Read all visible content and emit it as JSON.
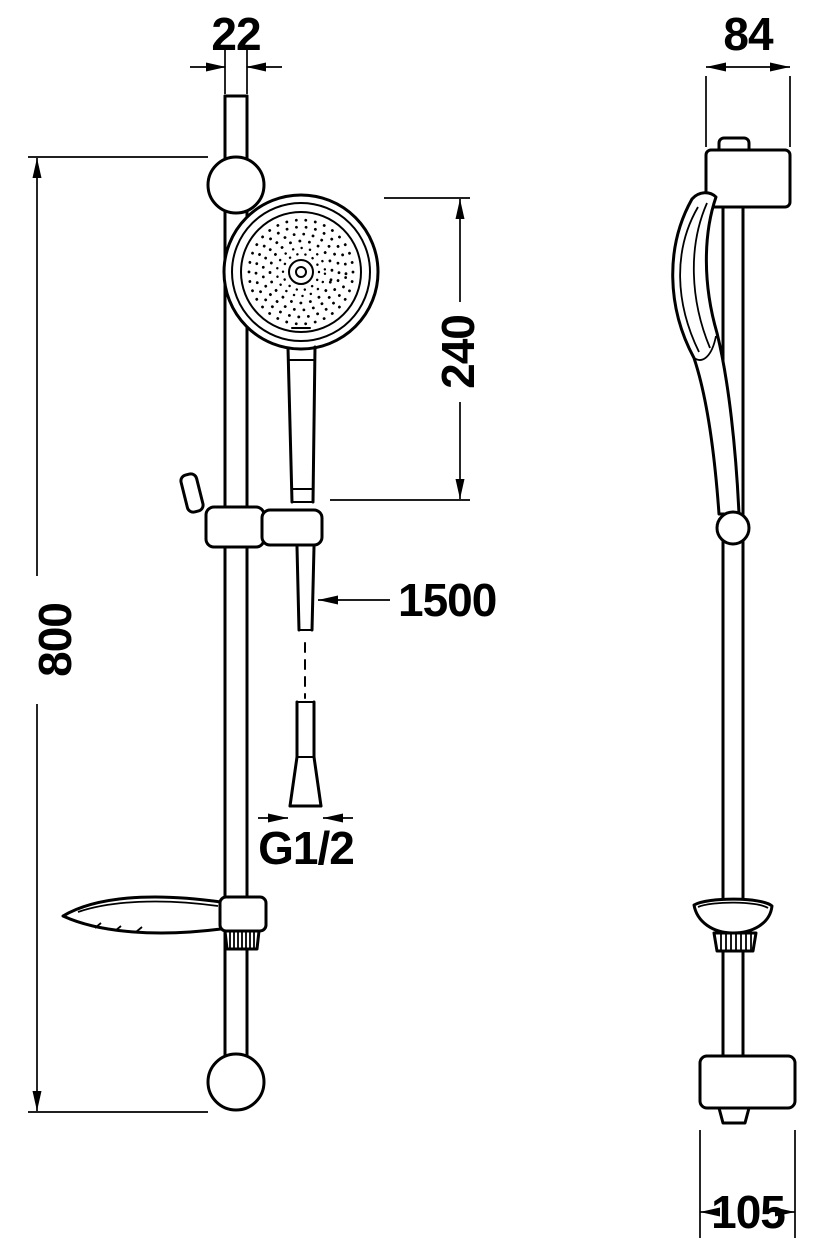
{
  "dimensions": {
    "rail_width": "22",
    "handset_length": "240",
    "bar_height": "800",
    "hose_length": "1500",
    "thread_size": "G1/2",
    "top_bracket_width": "84",
    "bottom_bracket_width": "105"
  },
  "colors": {
    "line": "#000000",
    "background": "#ffffff"
  }
}
